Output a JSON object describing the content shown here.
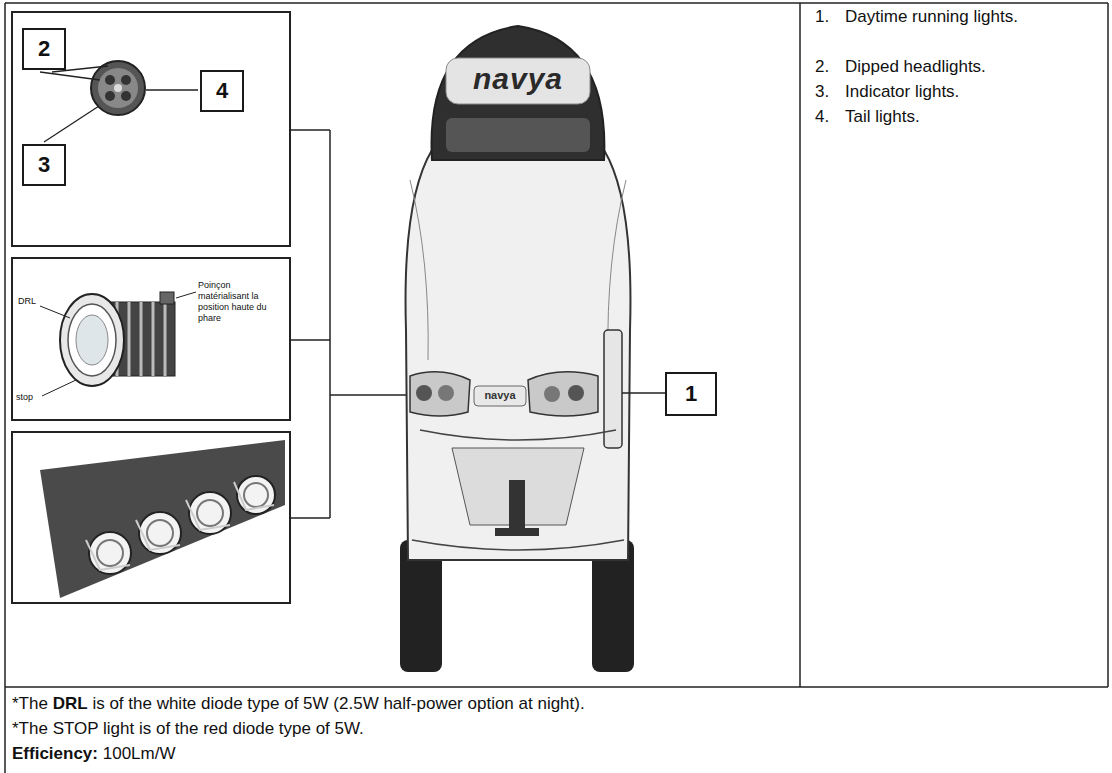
{
  "diagram": {
    "nodes": [
      {
        "text": [
          "2"
        ]
      },
      {
        "text": [
          "4"
        ]
      },
      {
        "text": [
          "3"
        ]
      },
      {
        "text": [
          "1"
        ]
      }
    ],
    "labels": [
      "navya",
      "navya",
      "DRL",
      "Poinçon matérialisant la position haute du phare",
      "stop",
      "1.",
      "Daytime running lights.",
      "2.",
      "Dipped headlights.",
      "3.",
      "Indicator lights.",
      "4.",
      "Tail lights.",
      "*The",
      "DRL",
      "is of the white diode type of 5W (2.5W half-power option at night).",
      "*The STOP light is of the red diode type of 5W.",
      "Efficiency:",
      "100Lm/W"
    ]
  }
}
